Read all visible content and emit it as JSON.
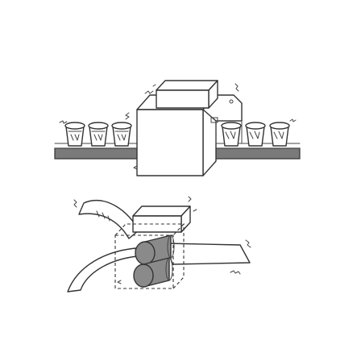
{
  "illustration": {
    "colors": {
      "line": "#333333",
      "belt": "#7a7a7a",
      "roller": "#8a8a8a",
      "background": "#ffffff"
    },
    "parts": [
      "conveyor-belt",
      "sealing-machine",
      "heat-press-block",
      "cups-before-sealing",
      "cups-after-sealing",
      "film-sheet",
      "press-rollers",
      "vibration-marks"
    ]
  }
}
